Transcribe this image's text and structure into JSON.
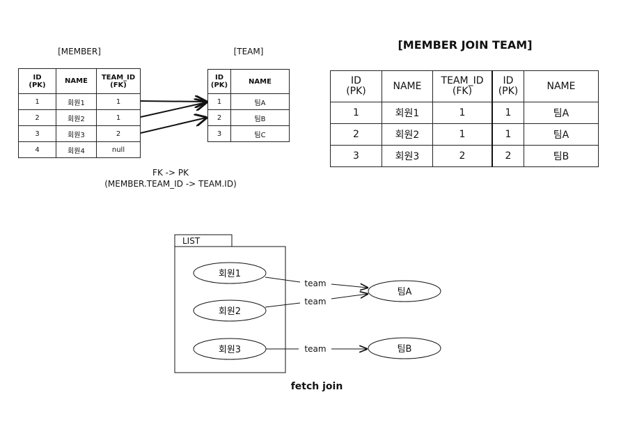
{
  "member_table": {
    "caption": "[MEMBER]",
    "headers": [
      "ID\n(PK)",
      "NAME",
      "TEAM_ID\n(FK)"
    ],
    "rows": [
      [
        "1",
        "회원1",
        "1"
      ],
      [
        "2",
        "회원2",
        "1"
      ],
      [
        "3",
        "회원3",
        "2"
      ],
      [
        "4",
        "회원4",
        "null"
      ]
    ]
  },
  "team_table": {
    "caption": "[TEAM]",
    "headers": [
      "ID\n(PK)",
      "NAME"
    ],
    "rows": [
      [
        "1",
        "팀A"
      ],
      [
        "2",
        "팀B"
      ],
      [
        "3",
        "팀C"
      ]
    ]
  },
  "fk_note": {
    "line1": "FK -> PK",
    "line2": "(MEMBER.TEAM_ID -> TEAM.ID)"
  },
  "join_table": {
    "title": "[MEMBER JOIN TEAM]",
    "headers": [
      "ID\n(PK)",
      "NAME",
      "TEAM_ID\n(FK)",
      "ID\n(PK)",
      "NAME"
    ],
    "rows": [
      [
        "1",
        "회원1",
        "1",
        "1",
        "팀A"
      ],
      [
        "2",
        "회원2",
        "1",
        "1",
        "팀A"
      ],
      [
        "3",
        "회원3",
        "2",
        "2",
        "팀B"
      ]
    ]
  },
  "fetch_diagram": {
    "list_label": "LIST",
    "members": [
      "회원1",
      "회원2",
      "회원3"
    ],
    "teams": [
      "팀A",
      "팀B"
    ],
    "edge_labels": [
      "team",
      "team",
      "team"
    ],
    "caption": "fetch join"
  }
}
